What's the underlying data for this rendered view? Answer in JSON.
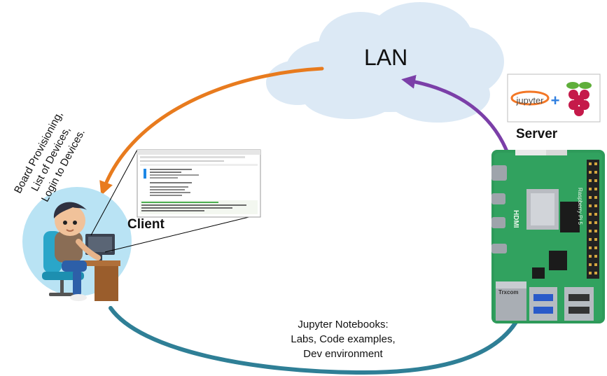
{
  "network": {
    "label": "LAN"
  },
  "client": {
    "label": "Client"
  },
  "server": {
    "label": "Server",
    "jupyter_logo_text": "jupyter",
    "plus_symbol": "+",
    "board_markings": [
      "HDMI",
      "Raspberry Pi 5",
      "Trxcom"
    ]
  },
  "client_to_lan_note": {
    "lines": [
      "Board Provisioning,",
      "List of Devices,",
      "Login to Devices."
    ]
  },
  "server_to_client_note": {
    "lines": [
      "Jupyter Notebooks:",
      "Labs, Code examples,",
      "Dev environment"
    ]
  },
  "colors": {
    "cloud": "#dce9f5",
    "orange_arrow": "#e87b1e",
    "purple_arrow": "#7b3fa8",
    "teal_arrow": "#2f7f96",
    "board_green": "#2e9a5a"
  }
}
